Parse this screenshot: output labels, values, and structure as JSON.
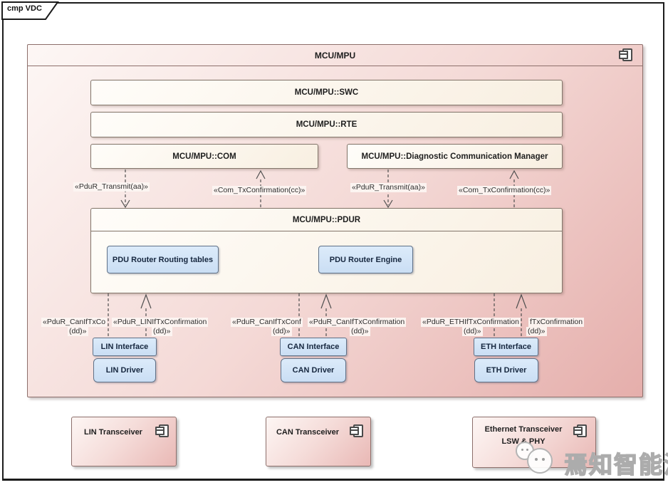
{
  "tab": {
    "label": "cmp VDC"
  },
  "mcu": {
    "title": "MCU/MPU",
    "swc_label": "MCU/MPU::SWC",
    "rte_label": "MCU/MPU::RTE",
    "com_label": "MCU/MPU::COM",
    "dcm_label": "MCU/MPU::Diagnostic Communication Manager",
    "pdur": {
      "title": "MCU/MPU::PDUR",
      "routing_tables_label": "PDU Router Routing tables",
      "engine_label": "PDU Router Engine"
    },
    "lin_interface_label": "LIN Interface",
    "lin_driver_label": "LIN Driver",
    "can_interface_label": "CAN Interface",
    "can_driver_label": "CAN Driver",
    "eth_interface_label": "ETH Interface",
    "eth_driver_label": "ETH Driver"
  },
  "edge_labels": {
    "com_to_pdur": "«PduR_Transmit(aa)»",
    "pdur_to_com": "«Com_TxConfirmation(cc)»",
    "dcm_to_pdur": "«PduR_Transmit(aa)»",
    "pdur_to_dcm": "«Com_TxConfirmation(cc)»",
    "lin_left_line1": "«PduR_CanIfTxCo",
    "lin_left_line2": "(dd)»",
    "lin_right_line1": "«PduR_LINIfTxConfirmation",
    "lin_right_line2": "(dd)»",
    "can_left_line1": "«PduR_CanIfTxConf",
    "can_left_line2": "(dd)»",
    "can_right_line1": "«PduR_CanIfTxConfirmation",
    "can_right_line2": "(dd)»",
    "eth_left_line1": "«PduR_ETHIfTxConfirmation",
    "eth_left_line2": "(dd)»",
    "eth_right_line1": "fTxConfirmation",
    "eth_right_line2": "(dd)»"
  },
  "transceivers": {
    "lin_label": "LIN Transceiver",
    "can_label": "CAN Transceiver",
    "eth_label_line1": "Ethernet Transceiver",
    "eth_label_line2": "LSW & PHY"
  },
  "watermark": {
    "text": "焉知智能汽车"
  },
  "colors": {
    "component_pink_start": "#fdf7f5",
    "component_pink_end": "#e5aeab",
    "cream_fill": "#fdf8ef",
    "blue_fill": "#d2e4f8",
    "frame_border": "#1c1c1c"
  }
}
